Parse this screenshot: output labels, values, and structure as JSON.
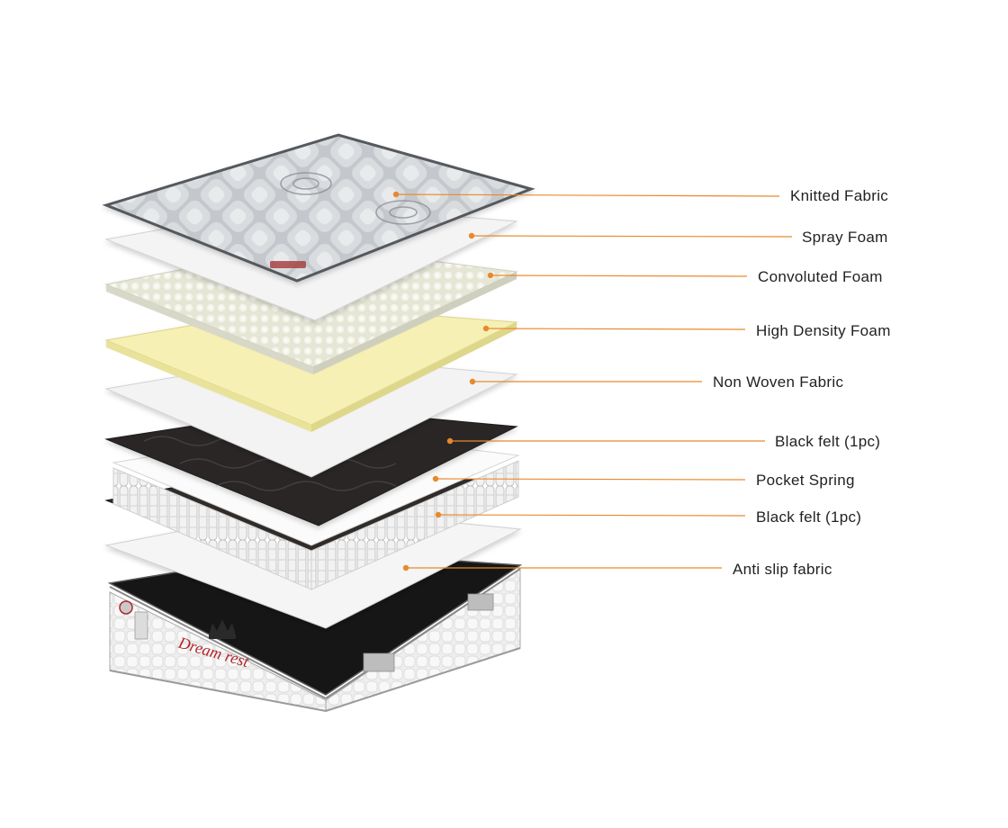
{
  "colors": {
    "leader_line": "#e8892e",
    "label_text": "#222222",
    "fabric": "#bfc3c7",
    "white_foam": "#f3f3f3",
    "convoluted": "#ececde",
    "high_density": "#f6f0b4",
    "felt": "#2d2a27",
    "spring": "#ffffff",
    "base_top": "#161616",
    "base_side": "#ececec",
    "brand": "#b3262a"
  },
  "brand": {
    "name": "Dream rest",
    "logo_icon": "crown-icon"
  },
  "layers": [
    {
      "id": "knitted-fabric",
      "label": "Knitted Fabric"
    },
    {
      "id": "spray-foam",
      "label": "Spray Foam"
    },
    {
      "id": "convoluted-foam",
      "label": "Convoluted Foam"
    },
    {
      "id": "high-density-foam",
      "label": "High Density Foam"
    },
    {
      "id": "non-woven-fabric",
      "label": "Non Woven Fabric"
    },
    {
      "id": "black-felt-top",
      "label": "Black felt (1pc)"
    },
    {
      "id": "pocket-spring",
      "label": "Pocket Spring"
    },
    {
      "id": "black-felt-bottom",
      "label": "Black felt (1pc)"
    },
    {
      "id": "anti-slip-fabric",
      "label": "Anti slip fabric"
    }
  ]
}
